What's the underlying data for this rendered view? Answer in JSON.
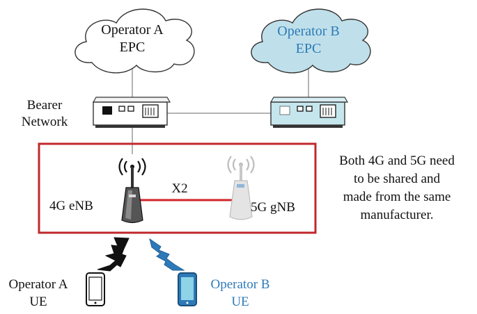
{
  "clouds": {
    "operator_a": {
      "line1": "Operator A",
      "line2": "EPC"
    },
    "operator_b": {
      "line1": "Operator B",
      "line2": "EPC"
    }
  },
  "bearer_network": {
    "line1": "Bearer",
    "line2": "Network"
  },
  "nodes": {
    "enb_label": "4G eNB",
    "gnb_label": "5G gNB",
    "x2_label": "X2"
  },
  "note": {
    "lines": [
      "Both 4G and 5G need",
      "to be shared and",
      "made from the same",
      "manufacturer."
    ]
  },
  "ue": {
    "operator_a": {
      "line1": "Operator A",
      "line2": "UE"
    },
    "operator_b": {
      "line1": "Operator B",
      "line2": "UE"
    }
  },
  "colors": {
    "operator_b_blue": "#2e7ab8",
    "cloud_b_fill": "#bfe0ea",
    "switch_b_fill": "#c6e6ee",
    "frame_red": "#c0282c",
    "x2_red": "#d0252a"
  }
}
